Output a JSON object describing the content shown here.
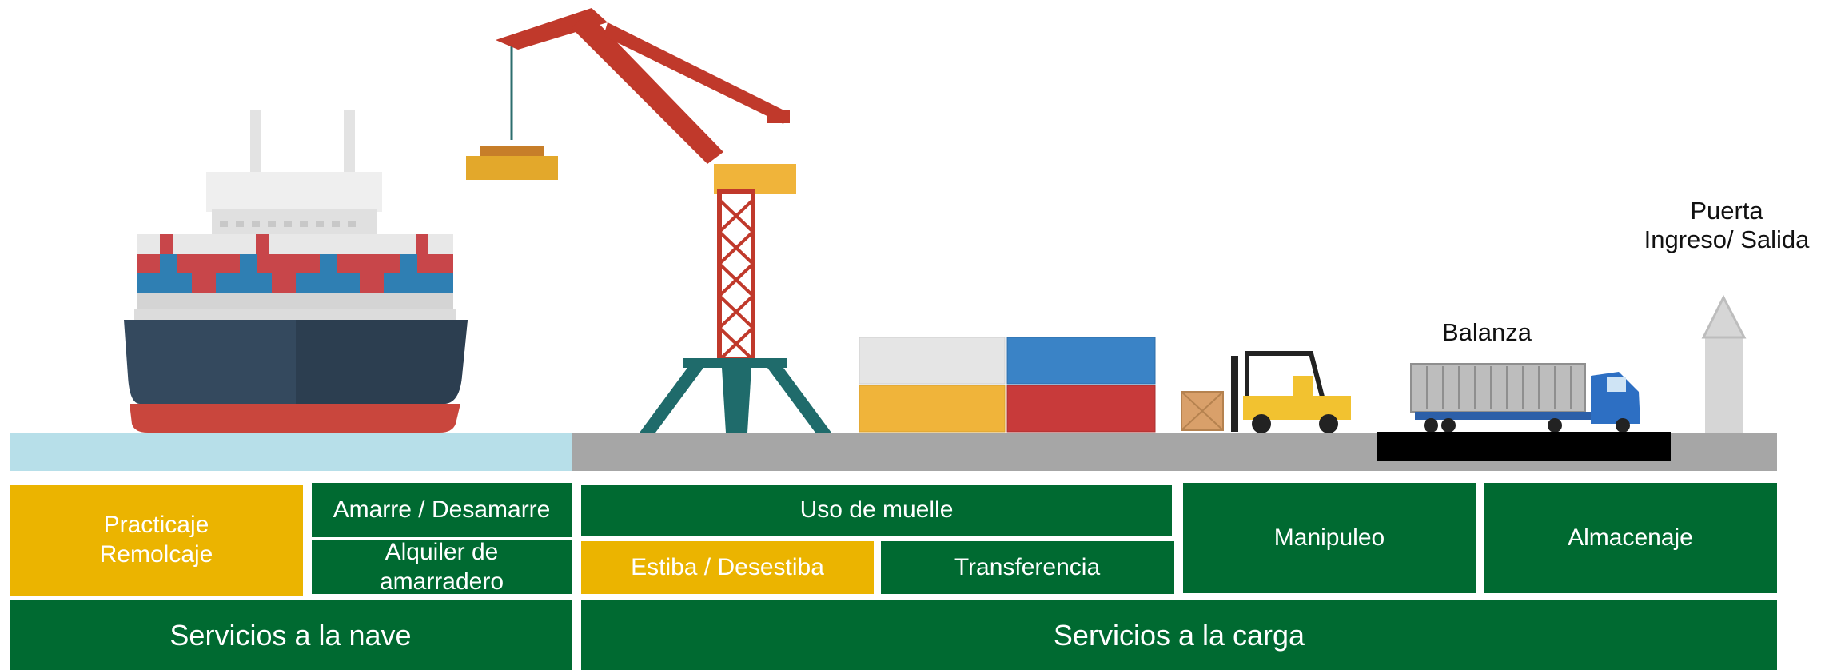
{
  "labels": {
    "gate_line1": "Puerta",
    "gate_line2": "Ingreso/ Salida",
    "scale": "Balanza"
  },
  "services": {
    "practicaje": "Practicaje",
    "remolcaje": "Remolcaje",
    "amarre": "Amarre / Desamarre",
    "alquiler_line1": "Alquiler de",
    "alquiler_line2": "amarradero",
    "uso_muelle": "Uso de muelle",
    "estiba": "Estiba / Desestiba",
    "transferencia": "Transferencia",
    "manipuleo": "Manipuleo",
    "almacenaje": "Almacenaje",
    "nave": "Servicios a la nave",
    "carga": "Servicios a la carga"
  },
  "colors": {
    "green": "#006a31",
    "yellow": "#ebb400",
    "water": "#b7dfe9",
    "quay": "#a6a6a6"
  },
  "icons": [
    "container-ship-icon",
    "gantry-crane-icon",
    "container-stack-icon",
    "forklift-icon",
    "truck-icon",
    "weighbridge-icon",
    "gate-icon"
  ]
}
